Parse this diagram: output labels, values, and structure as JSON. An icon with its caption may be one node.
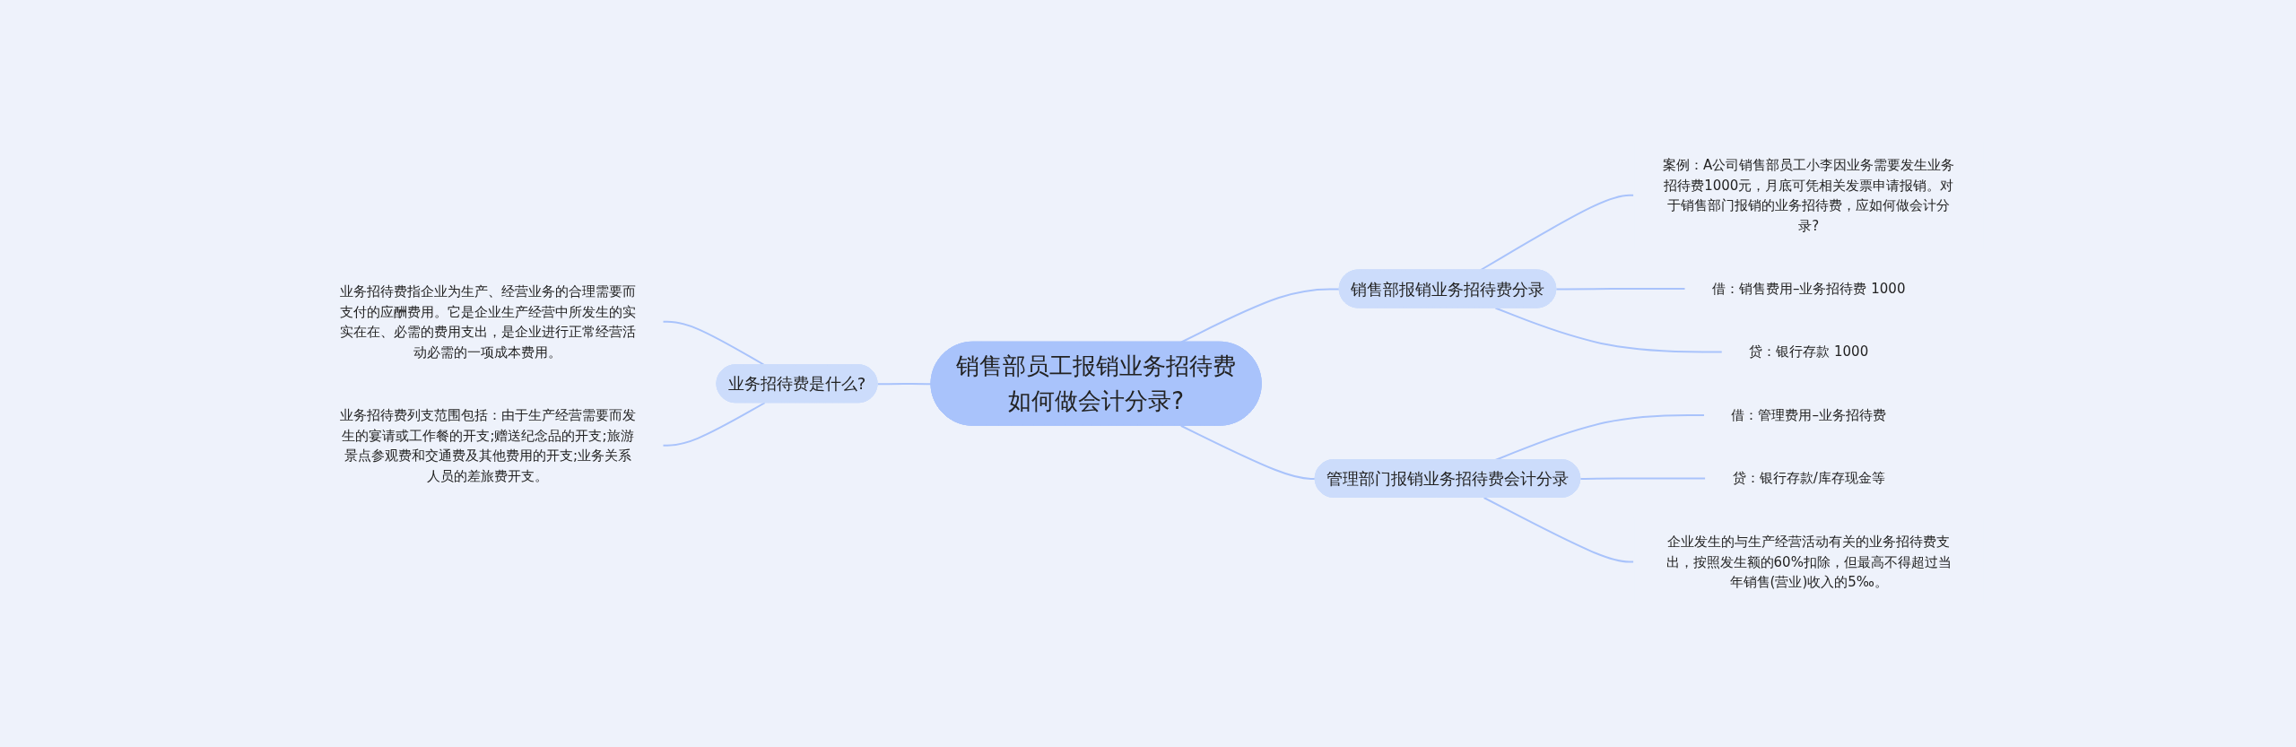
{
  "diagram": {
    "nodes": [
      {
        "text": [
          "销售部员工报销业务招待费如何做会计分录?"
        ]
      },
      {
        "text": [
          "业务招待费是什么?"
        ]
      },
      {
        "text": [
          "业务招待费指企业为生产、经营业务的合理需要而支付的应酬费用。它是企业生产经营中所发生的实实在在、必需的费用支出，是企业进行正常经营活动必需的一项成本费用。"
        ]
      },
      {
        "text": [
          "业务招待费列支范围包括：由于生产经营需要而发生的宴请或工作餐的开支;赠送纪念品的开支;旅游景点参观费和交通费及其他费用的开支;业务关系人员的差旅费开支。"
        ]
      },
      {
        "text": [
          "销售部报销业务招待费分录"
        ]
      },
      {
        "text": [
          "案例：A公司销售部员工小李因业务需要发生业务招待费1000元，月底可凭相关发票申请报销。对于销售部门报销的业务招待费，应如何做会计分录?"
        ]
      },
      {
        "text": [
          "借：销售费用–业务招待费 1000"
        ]
      },
      {
        "text": [
          "贷：银行存款 1000"
        ]
      },
      {
        "text": [
          "管理部门报销业务招待费会计分录"
        ]
      },
      {
        "text": [
          "借：管理费用–业务招待费"
        ]
      },
      {
        "text": [
          "贷：银行存款/库存现金等"
        ]
      },
      {
        "text": [
          "企业发生的与生产经营活动有关的业务招待费支出，按照发生额的60%扣除，但最高不得超过当年销售(营业)收入的5‰。"
        ]
      }
    ],
    "edges": [
      {
        "from": 2,
        "to": 1,
        "arrow": "none"
      },
      {
        "from": 3,
        "to": 1,
        "arrow": "none"
      },
      {
        "from": 1,
        "to": 0,
        "arrow": "none"
      },
      {
        "from": 0,
        "to": 4,
        "arrow": "none"
      },
      {
        "from": 4,
        "to": 5,
        "arrow": "none"
      },
      {
        "from": 4,
        "to": 6,
        "arrow": "none"
      },
      {
        "from": 4,
        "to": 7,
        "arrow": "none"
      },
      {
        "from": 0,
        "to": 8,
        "arrow": "none"
      },
      {
        "from": 8,
        "to": 9,
        "arrow": "none"
      },
      {
        "from": 8,
        "to": 10,
        "arrow": "none"
      },
      {
        "from": 8,
        "to": 11,
        "arrow": "none"
      }
    ]
  }
}
